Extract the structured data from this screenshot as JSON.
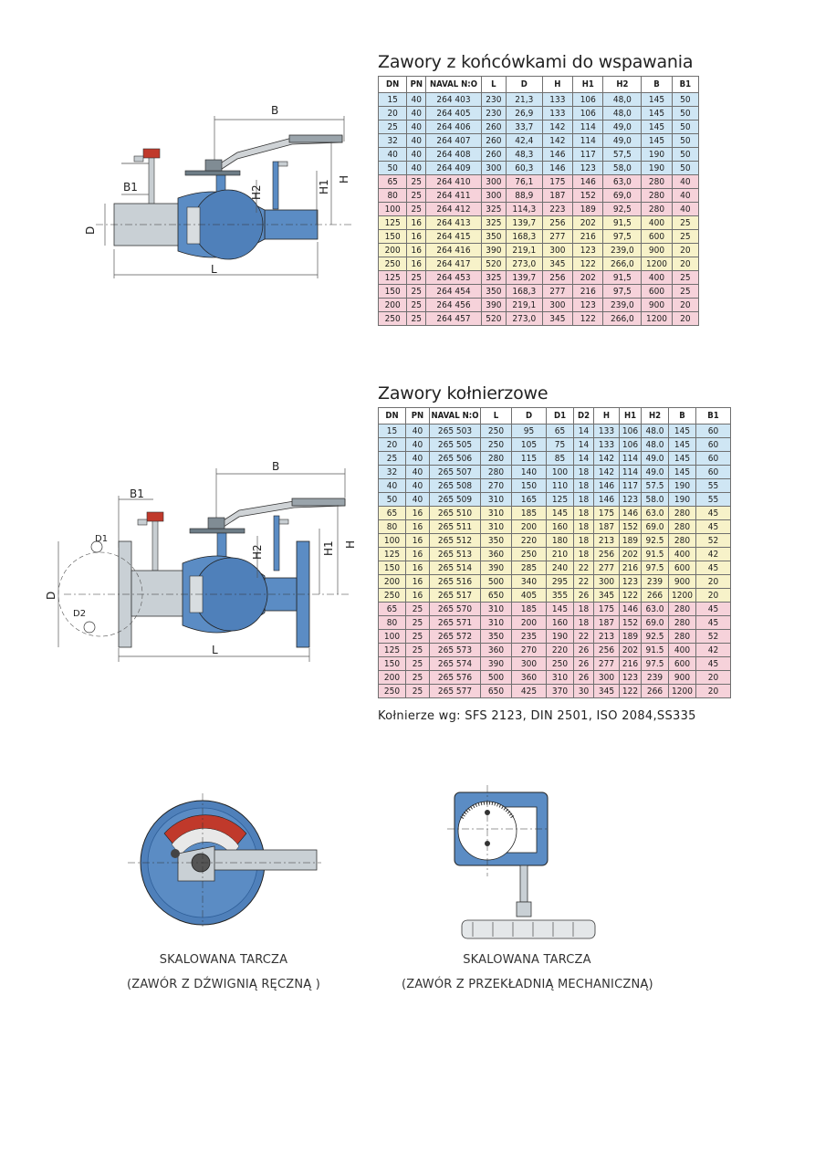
{
  "weld": {
    "title": "Zawory z końcówkami do wspawania",
    "headers": [
      "DN",
      "PN",
      "NAVAL N:O",
      "L",
      "D",
      "H",
      "H1",
      "H2",
      "B",
      "B1"
    ],
    "rows": [
      {
        "c": "blue",
        "v": [
          "15",
          "40",
          "264 403",
          "230",
          "21,3",
          "133",
          "106",
          "48,0",
          "145",
          "50"
        ]
      },
      {
        "c": "blue",
        "v": [
          "20",
          "40",
          "264 405",
          "230",
          "26,9",
          "133",
          "106",
          "48,0",
          "145",
          "50"
        ]
      },
      {
        "c": "blue",
        "v": [
          "25",
          "40",
          "264 406",
          "260",
          "33,7",
          "142",
          "114",
          "49,0",
          "145",
          "50"
        ]
      },
      {
        "c": "blue",
        "v": [
          "32",
          "40",
          "264 407",
          "260",
          "42,4",
          "142",
          "114",
          "49,0",
          "145",
          "50"
        ]
      },
      {
        "c": "blue",
        "v": [
          "40",
          "40",
          "264 408",
          "260",
          "48,3",
          "146",
          "117",
          "57,5",
          "190",
          "50"
        ]
      },
      {
        "c": "blue",
        "v": [
          "50",
          "40",
          "264 409",
          "300",
          "60,3",
          "146",
          "123",
          "58,0",
          "190",
          "50"
        ]
      },
      {
        "c": "pink",
        "v": [
          "65",
          "25",
          "264 410",
          "300",
          "76,1",
          "175",
          "146",
          "63,0",
          "280",
          "40"
        ]
      },
      {
        "c": "pink",
        "v": [
          "80",
          "25",
          "264 411",
          "300",
          "88,9",
          "187",
          "152",
          "69,0",
          "280",
          "40"
        ]
      },
      {
        "c": "pink",
        "v": [
          "100",
          "25",
          "264 412",
          "325",
          "114,3",
          "223",
          "189",
          "92,5",
          "280",
          "40"
        ]
      },
      {
        "c": "yellow",
        "v": [
          "125",
          "16",
          "264 413",
          "325",
          "139,7",
          "256",
          "202",
          "91,5",
          "400",
          "25"
        ]
      },
      {
        "c": "yellow",
        "v": [
          "150",
          "16",
          "264 415",
          "350",
          "168,3",
          "277",
          "216",
          "97,5",
          "600",
          "25"
        ]
      },
      {
        "c": "yellow",
        "v": [
          "200",
          "16",
          "264 416",
          "390",
          "219,1",
          "300",
          "123",
          "239,0",
          "900",
          "20"
        ]
      },
      {
        "c": "yellow",
        "v": [
          "250",
          "16",
          "264 417",
          "520",
          "273,0",
          "345",
          "122",
          "266,0",
          "1200",
          "20"
        ]
      },
      {
        "c": "pink",
        "v": [
          "125",
          "25",
          "264 453",
          "325",
          "139,7",
          "256",
          "202",
          "91,5",
          "400",
          "25"
        ]
      },
      {
        "c": "pink",
        "v": [
          "150",
          "25",
          "264 454",
          "350",
          "168,3",
          "277",
          "216",
          "97,5",
          "600",
          "25"
        ]
      },
      {
        "c": "pink",
        "v": [
          "200",
          "25",
          "264 456",
          "390",
          "219,1",
          "300",
          "123",
          "239,0",
          "900",
          "20"
        ]
      },
      {
        "c": "pink",
        "v": [
          "250",
          "25",
          "264 457",
          "520",
          "273,0",
          "345",
          "122",
          "266,0",
          "1200",
          "20"
        ]
      }
    ]
  },
  "flange": {
    "title": "Zawory kołnierzowe",
    "headers": [
      "DN",
      "PN",
      "NAVAL N:O",
      "L",
      "D",
      "D1",
      "D2",
      "H",
      "H1",
      "H2",
      "B",
      "B1"
    ],
    "rows": [
      {
        "c": "blue",
        "v": [
          "15",
          "40",
          "265 503",
          "250",
          "95",
          "65",
          "14",
          "133",
          "106",
          "48.0",
          "145",
          "60"
        ]
      },
      {
        "c": "blue",
        "v": [
          "20",
          "40",
          "265 505",
          "250",
          "105",
          "75",
          "14",
          "133",
          "106",
          "48.0",
          "145",
          "60"
        ]
      },
      {
        "c": "blue",
        "v": [
          "25",
          "40",
          "265 506",
          "280",
          "115",
          "85",
          "14",
          "142",
          "114",
          "49.0",
          "145",
          "60"
        ]
      },
      {
        "c": "blue",
        "v": [
          "32",
          "40",
          "265 507",
          "280",
          "140",
          "100",
          "18",
          "142",
          "114",
          "49.0",
          "145",
          "60"
        ]
      },
      {
        "c": "blue",
        "v": [
          "40",
          "40",
          "265 508",
          "270",
          "150",
          "110",
          "18",
          "146",
          "117",
          "57.5",
          "190",
          "55"
        ]
      },
      {
        "c": "blue",
        "v": [
          "50",
          "40",
          "265 509",
          "310",
          "165",
          "125",
          "18",
          "146",
          "123",
          "58.0",
          "190",
          "55"
        ]
      },
      {
        "c": "yellow",
        "v": [
          "65",
          "16",
          "265 510",
          "310",
          "185",
          "145",
          "18",
          "175",
          "146",
          "63.0",
          "280",
          "45"
        ]
      },
      {
        "c": "yellow",
        "v": [
          "80",
          "16",
          "265 511",
          "310",
          "200",
          "160",
          "18",
          "187",
          "152",
          "69.0",
          "280",
          "45"
        ]
      },
      {
        "c": "yellow",
        "v": [
          "100",
          "16",
          "265 512",
          "350",
          "220",
          "180",
          "18",
          "213",
          "189",
          "92.5",
          "280",
          "52"
        ]
      },
      {
        "c": "yellow",
        "v": [
          "125",
          "16",
          "265 513",
          "360",
          "250",
          "210",
          "18",
          "256",
          "202",
          "91.5",
          "400",
          "42"
        ]
      },
      {
        "c": "yellow",
        "v": [
          "150",
          "16",
          "265 514",
          "390",
          "285",
          "240",
          "22",
          "277",
          "216",
          "97.5",
          "600",
          "45"
        ]
      },
      {
        "c": "yellow",
        "v": [
          "200",
          "16",
          "265 516",
          "500",
          "340",
          "295",
          "22",
          "300",
          "123",
          "239",
          "900",
          "20"
        ]
      },
      {
        "c": "yellow",
        "v": [
          "250",
          "16",
          "265 517",
          "650",
          "405",
          "355",
          "26",
          "345",
          "122",
          "266",
          "1200",
          "20"
        ]
      },
      {
        "c": "pink",
        "v": [
          "65",
          "25",
          "265 570",
          "310",
          "185",
          "145",
          "18",
          "175",
          "146",
          "63.0",
          "280",
          "45"
        ]
      },
      {
        "c": "pink",
        "v": [
          "80",
          "25",
          "265 571",
          "310",
          "200",
          "160",
          "18",
          "187",
          "152",
          "69.0",
          "280",
          "45"
        ]
      },
      {
        "c": "pink",
        "v": [
          "100",
          "25",
          "265 572",
          "350",
          "235",
          "190",
          "22",
          "213",
          "189",
          "92.5",
          "280",
          "52"
        ]
      },
      {
        "c": "pink",
        "v": [
          "125",
          "25",
          "265 573",
          "360",
          "270",
          "220",
          "26",
          "256",
          "202",
          "91.5",
          "400",
          "42"
        ]
      },
      {
        "c": "pink",
        "v": [
          "150",
          "25",
          "265 574",
          "390",
          "300",
          "250",
          "26",
          "277",
          "216",
          "97.5",
          "600",
          "45"
        ]
      },
      {
        "c": "pink",
        "v": [
          "200",
          "25",
          "265 576",
          "500",
          "360",
          "310",
          "26",
          "300",
          "123",
          "239",
          "900",
          "20"
        ]
      },
      {
        "c": "pink",
        "v": [
          "250",
          "25",
          "265 577",
          "650",
          "425",
          "370",
          "30",
          "345",
          "122",
          "266",
          "1200",
          "20"
        ]
      }
    ],
    "note": "Kołnierze wg: SFS 2123, DIN 2501, ISO 2084,SS335"
  },
  "drawings": {
    "weld_labels": {
      "b": "B",
      "b1": "B1",
      "h": "H",
      "h1": "H1",
      "h2": "H2",
      "d": "D",
      "l": "L"
    },
    "flange_labels": {
      "b": "B",
      "b1": "B1",
      "h": "H",
      "h1": "H1",
      "h2": "H2",
      "d": "D",
      "d1": "D1",
      "d2": "D2",
      "l": "L"
    }
  },
  "captions": {
    "left_line1": "SKALOWANA TARCZA",
    "left_line2": "(ZAWÓR Z DŹWIGNIĄ RĘCZNĄ )",
    "right_line1": "SKALOWANA TARCZA",
    "right_line2": "(ZAWÓR Z PRZEKŁADNIĄ MECHANICZNĄ)"
  },
  "colors": {
    "valve_blue": "#5b8cc4",
    "valve_dark": "#2f5f99",
    "handle_red": "#c0392b",
    "row_blue": "#cfe6f4",
    "row_pink": "#f6d2da",
    "row_yellow": "#f7f2c9"
  }
}
